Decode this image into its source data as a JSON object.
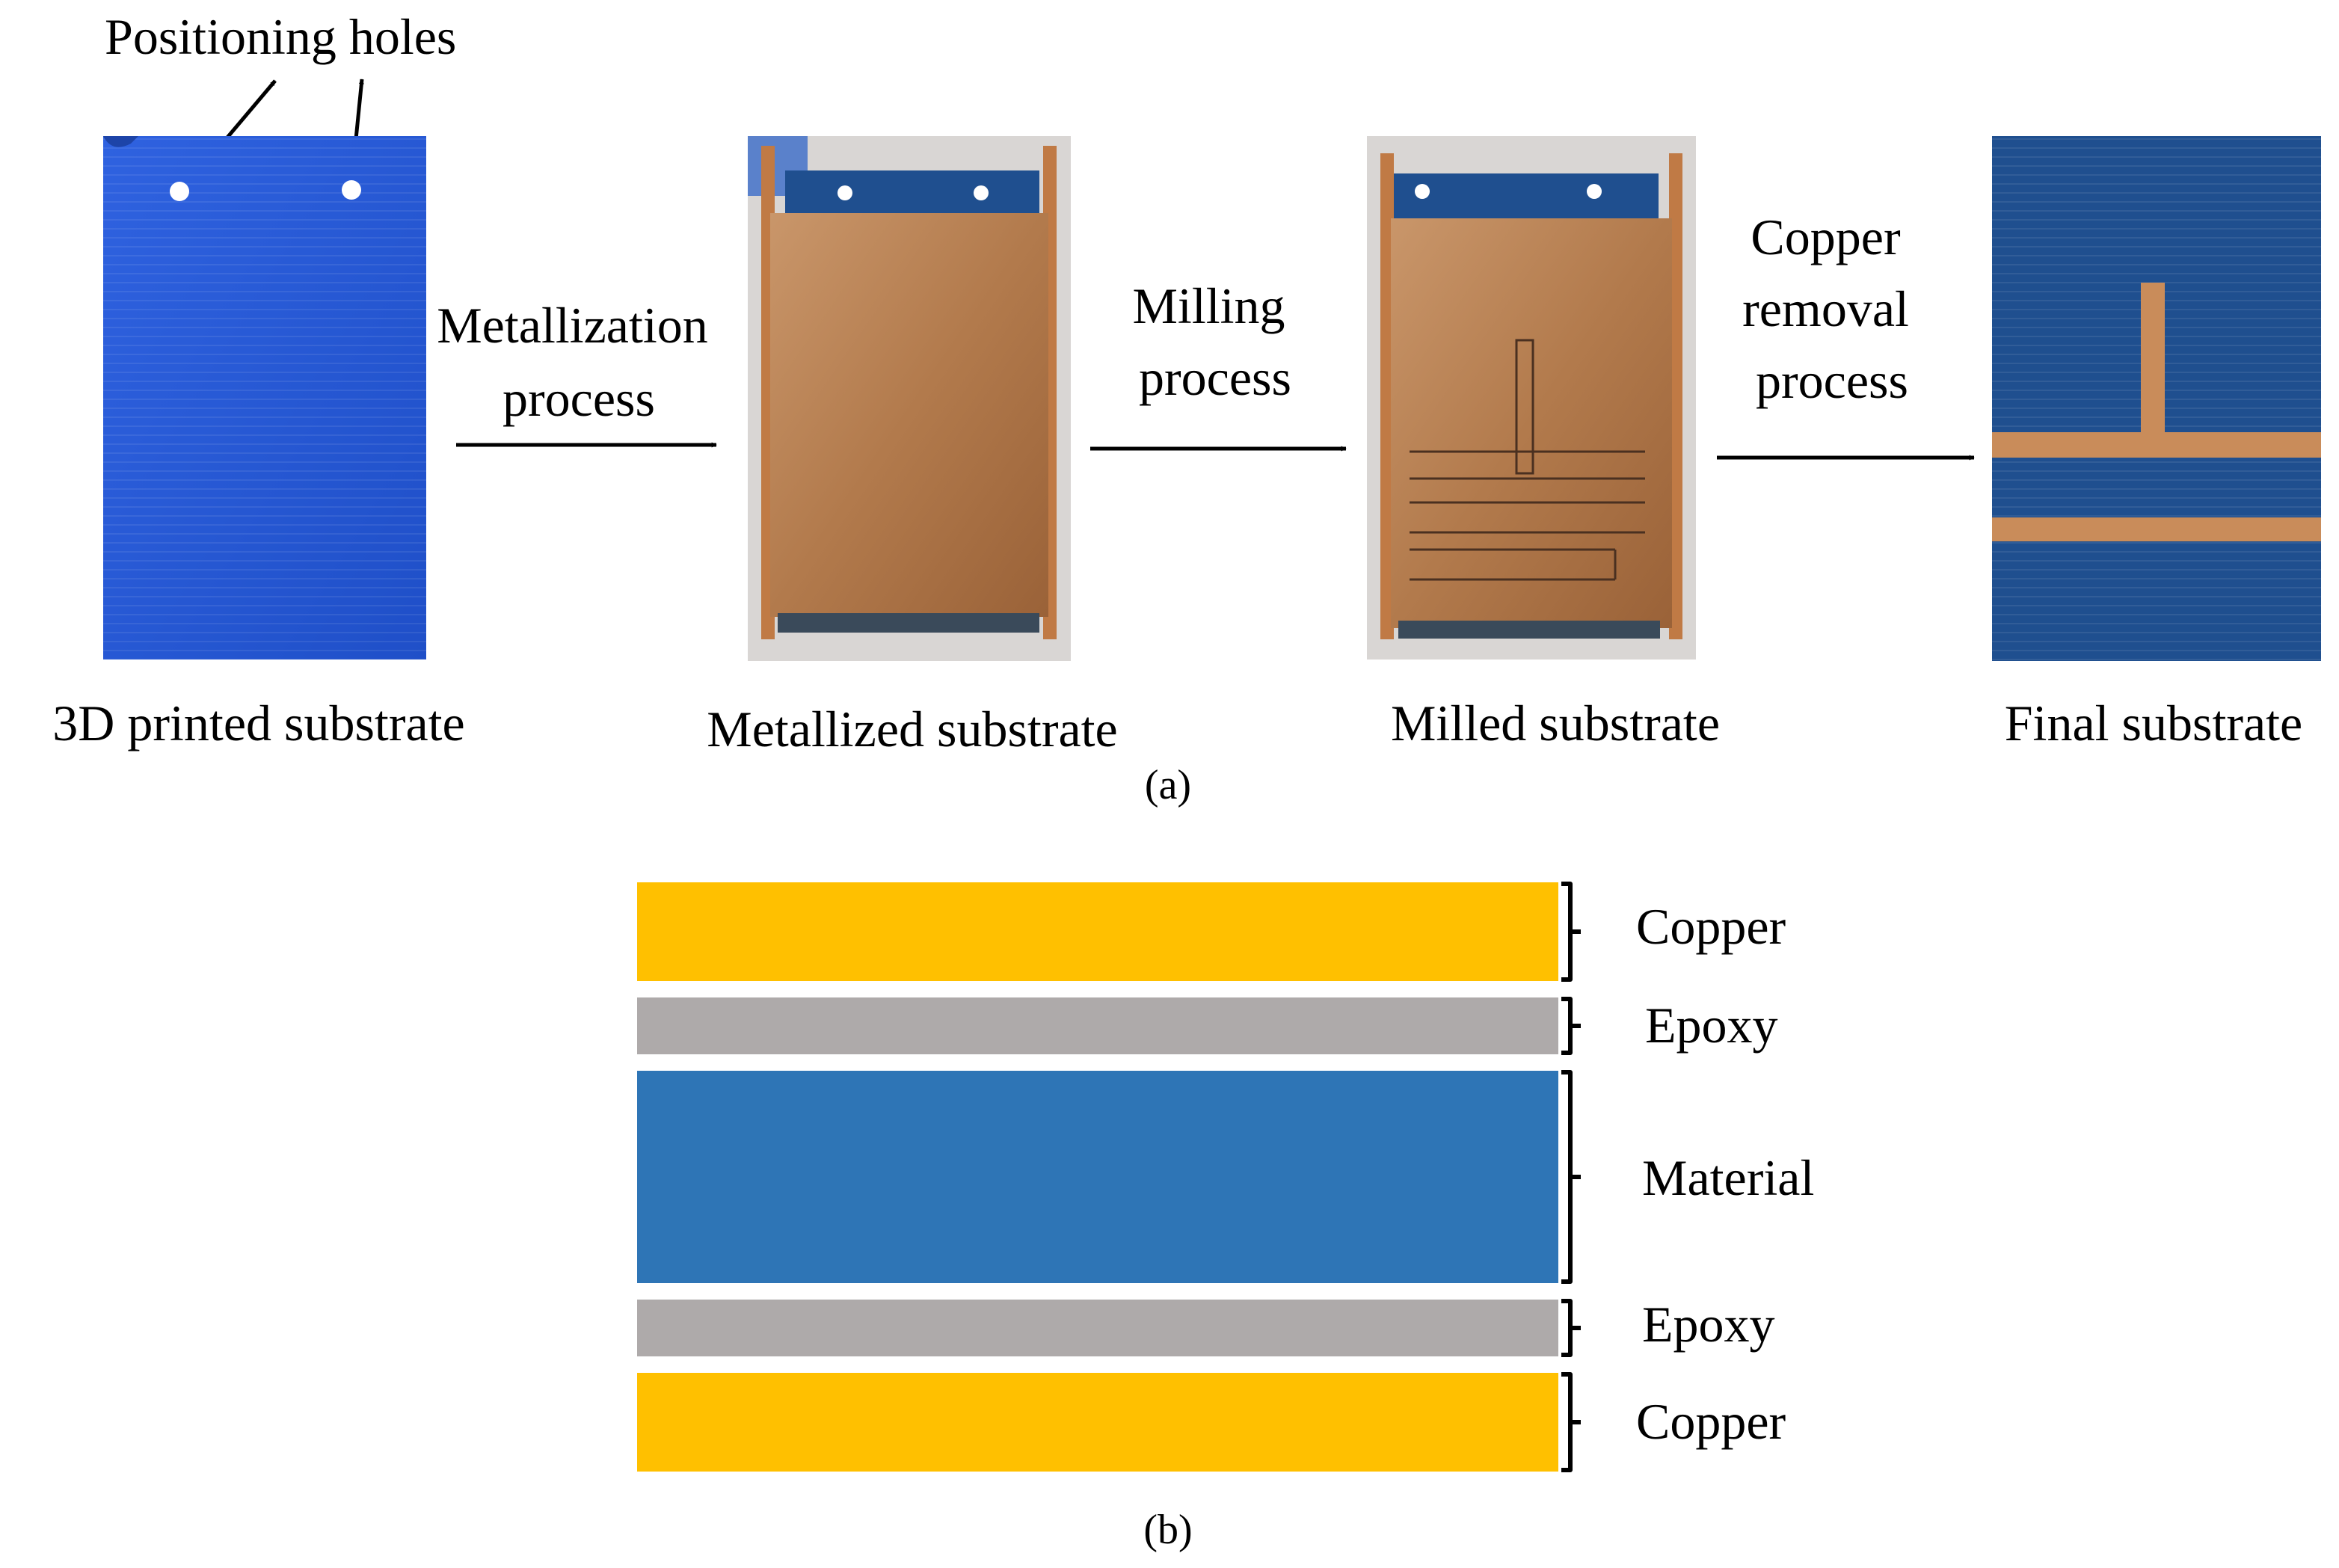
{
  "panel_a": {
    "annotation": "Positioning holes",
    "stages": [
      {
        "caption": "3D printed substrate"
      },
      {
        "caption": "Metallized substrate"
      },
      {
        "caption": "Milled substrate"
      },
      {
        "caption": "Final substrate"
      }
    ],
    "steps": [
      {
        "lines": [
          "Metallization",
          "process"
        ]
      },
      {
        "lines": [
          "Milling",
          "process"
        ]
      },
      {
        "lines": [
          "Copper",
          "removal",
          "process"
        ]
      }
    ],
    "label": "(a)"
  },
  "panel_b": {
    "layers": [
      {
        "name": "Copper",
        "color": "#FFC000"
      },
      {
        "name": "Epoxy",
        "color": "#AEAAAA"
      },
      {
        "name": "Material",
        "color": "#2E75B6"
      },
      {
        "name": "Epoxy",
        "color": "#AEAAAA"
      },
      {
        "name": "Copper",
        "color": "#FFC000"
      }
    ],
    "label": "(b)"
  },
  "colors": {
    "printed_blue": "#2457d6",
    "copper": "#b7804f",
    "final_blue": "#1f4f8f",
    "strip_copper": "#c98c5a"
  }
}
